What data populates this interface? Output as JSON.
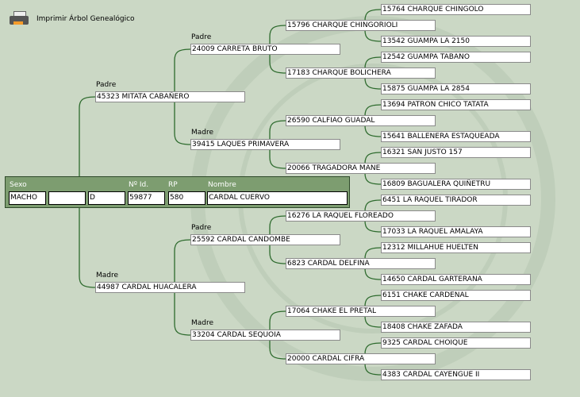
{
  "toolbar": {
    "print_label": "Imprimir Árbol Genealógico",
    "icon": "printer-icon"
  },
  "subject": {
    "headers": {
      "sex": "Sexo",
      "id": "Nº Id.",
      "rp": "RP",
      "name": "Nombre"
    },
    "sex": "MACHO",
    "field2": "",
    "field3": "D",
    "id": "59877",
    "rp": "580",
    "name": "CARDAL CUERVO"
  },
  "labels": {
    "father": "Padre",
    "mother": "Madre"
  },
  "gen1": [
    "45323 MITATA CABAÑERO",
    "44987 CARDAL HUACALERA"
  ],
  "gen2": [
    "24009 CARRETA BRUTO",
    "39415 LAQUES PRIMAVERA",
    "25592 CARDAL CANDOMBE",
    "33204 CARDAL SEQUOIA"
  ],
  "gen3": [
    "15796 CHARQUE CHINGORIOLI",
    "17183 CHARQUE BOLICHERA",
    "26590 CALFIAO GUADAL",
    "20066 TRAGADORA MANE",
    "16276 LA RAQUEL FLOREADO",
    "6823 CARDAL DELFINA",
    "17064 CHAKE EL PRETAL",
    "20000 CARDAL CIFRA"
  ],
  "gen4": [
    "15764 CHARQUE CHINGOLO",
    "13542 GUAMPA LA 2150",
    "12542 GUAMPA TABANO",
    "15875 GUAMPA LA 2854",
    "13694 PATRON CHICO TATATA",
    "15641 BALLENERA ESTAQUEADA",
    "16321 SAN JUSTO 157",
    "16809 BAGUALERA QUIÑETRU",
    "6451 LA RAQUEL TIRADOR",
    "17033 LA RAQUEL AMALAYA",
    "12312 MILLAHUE HUELTEN",
    "14650 CARDAL GARTERANA",
    "6151 CHAKE CARDENAL",
    "18408 CHAKE ZAFADA",
    "9325 CARDAL CHOIQUE",
    "4383 CARDAL CAYENGUE II"
  ],
  "colors": {
    "background": "#cbd8c5",
    "panel": "#7d9d70",
    "line": "#2e6b2e"
  }
}
